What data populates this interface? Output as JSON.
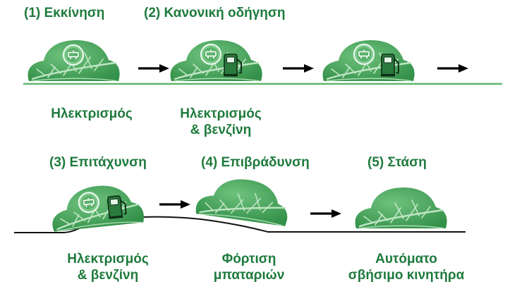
{
  "colors": {
    "label": "#1e7a3c",
    "car_fill": "#43a75a",
    "car_light": "#6fc27d",
    "vein": "#bfe5c4",
    "ground": "#5fb56d",
    "arrow": "#000000"
  },
  "stages": {
    "s1": {
      "title": "(1) Εκκίνηση",
      "caption": [
        "Ηλεκτρισμός"
      ],
      "icons": [
        "battery-icon"
      ]
    },
    "s2": {
      "title": "(2) Κανονική οδήγηση",
      "caption": [
        "Ηλεκτρισμός",
        "& βενζίνη"
      ],
      "icons": [
        "battery-icon",
        "fuel-pump-icon"
      ]
    },
    "s3": {
      "title": "(3) Επιτάχυνση",
      "caption": [
        "Ηλεκτρισμός",
        "& βενζίνη"
      ],
      "icons": [
        "battery-icon",
        "fuel-pump-icon"
      ]
    },
    "s4": {
      "title": "(4) Επιβράδυνση",
      "caption": [
        "Φόρτιση",
        "μπαταριών"
      ],
      "icons": []
    },
    "s5": {
      "title": "(5) Στάση",
      "caption": [
        "Αυτόματο",
        "σβήσιμο κινητήρα"
      ],
      "icons": []
    }
  }
}
